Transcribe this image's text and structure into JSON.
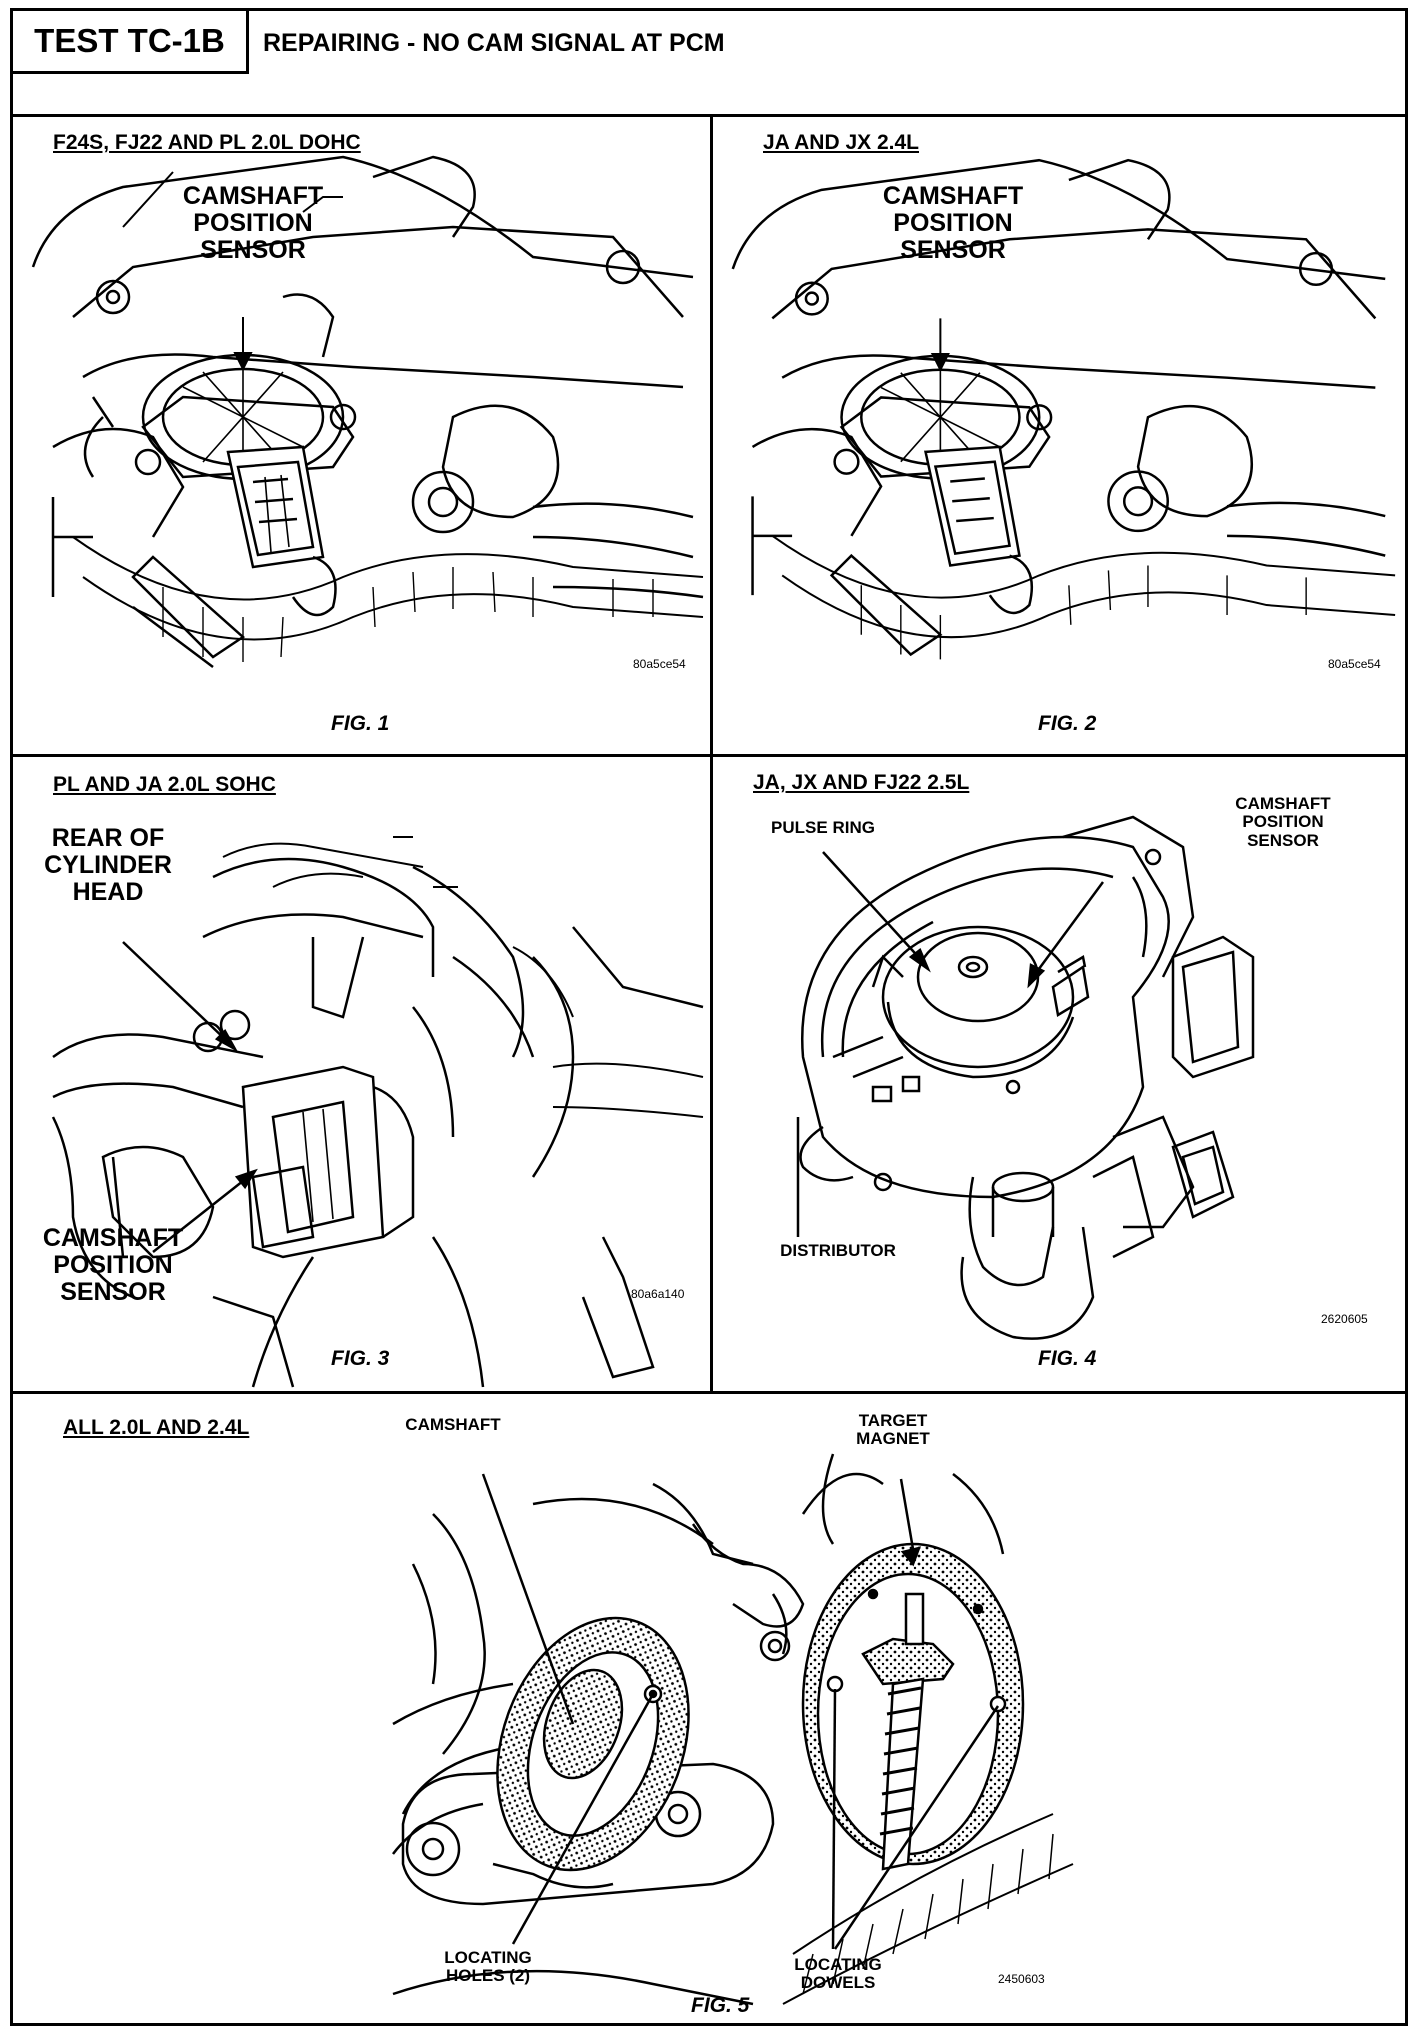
{
  "header": {
    "test_id": "TEST TC-1B",
    "title": "REPAIRING - NO CAM SIGNAL AT PCM"
  },
  "panels": [
    {
      "heading": "F24S, FJ22 AND PL 2.0L DOHC",
      "figure": "FIG. 1",
      "code": "80a5ce54",
      "labels": {
        "sensor": "CAMSHAFT\nPOSITION\nSENSOR"
      }
    },
    {
      "heading": "JA AND JX 2.4L",
      "figure": "FIG. 2",
      "code": "80a5ce54",
      "labels": {
        "sensor": "CAMSHAFT\nPOSITION\nSENSOR"
      }
    },
    {
      "heading": "PL AND JA 2.0L SOHC",
      "figure": "FIG. 3",
      "code": "80a6a140",
      "labels": {
        "rear": "REAR OF\nCYLINDER\nHEAD",
        "sensor": "CAMSHAFT\nPOSITION\nSENSOR"
      }
    },
    {
      "heading": "JA, JX AND FJ22 2.5L",
      "figure": "FIG. 4",
      "code": "2620605",
      "labels": {
        "pulse": "PULSE RING",
        "sensor": "CAMSHAFT\nPOSITION\nSENSOR",
        "distributor": "DISTRIBUTOR"
      }
    },
    {
      "heading": "ALL 2.0L AND 2.4L",
      "figure": "FIG. 5",
      "code": "2450603",
      "labels": {
        "camshaft": "CAMSHAFT",
        "magnet": "TARGET\nMAGNET",
        "holes": "LOCATING\nHOLES (2)",
        "dowels": "LOCATING\nDOWELS"
      }
    }
  ]
}
